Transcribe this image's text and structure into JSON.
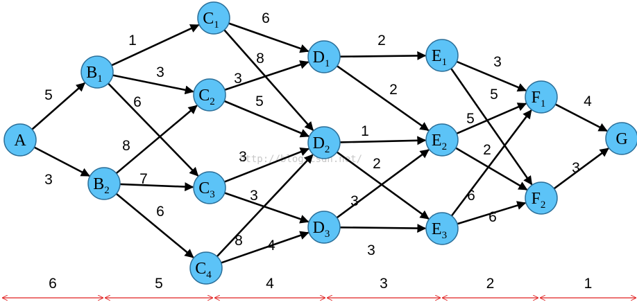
{
  "nodes": [
    {
      "id": "A",
      "base": "A",
      "sub": ""
    },
    {
      "id": "B1",
      "base": "B",
      "sub": "1"
    },
    {
      "id": "B2",
      "base": "B",
      "sub": "2"
    },
    {
      "id": "C1",
      "base": "C",
      "sub": "1"
    },
    {
      "id": "C2",
      "base": "C",
      "sub": "2"
    },
    {
      "id": "C3",
      "base": "C",
      "sub": "3"
    },
    {
      "id": "C4",
      "base": "C",
      "sub": "4"
    },
    {
      "id": "D1",
      "base": "D",
      "sub": "1"
    },
    {
      "id": "D2",
      "base": "D",
      "sub": "2"
    },
    {
      "id": "D3",
      "base": "D",
      "sub": "3"
    },
    {
      "id": "E1",
      "base": "E",
      "sub": "1"
    },
    {
      "id": "E2",
      "base": "E",
      "sub": "2"
    },
    {
      "id": "E3",
      "base": "E",
      "sub": "3"
    },
    {
      "id": "F1",
      "base": "F",
      "sub": "1"
    },
    {
      "id": "F2",
      "base": "F",
      "sub": "2"
    },
    {
      "id": "G",
      "base": "G",
      "sub": ""
    }
  ],
  "edges": [
    {
      "from": "A",
      "to": "B1",
      "weight": "5"
    },
    {
      "from": "A",
      "to": "B2",
      "weight": "3"
    },
    {
      "from": "B1",
      "to": "C1",
      "weight": "1"
    },
    {
      "from": "B1",
      "to": "C2",
      "weight": "3"
    },
    {
      "from": "B1",
      "to": "C3",
      "weight": "6"
    },
    {
      "from": "B2",
      "to": "C2",
      "weight": "8"
    },
    {
      "from": "B2",
      "to": "C3",
      "weight": "7"
    },
    {
      "from": "B2",
      "to": "C4",
      "weight": "6"
    },
    {
      "from": "C1",
      "to": "D1",
      "weight": "6"
    },
    {
      "from": "C1",
      "to": "D2",
      "weight": "8"
    },
    {
      "from": "C2",
      "to": "D1",
      "weight": "3"
    },
    {
      "from": "C2",
      "to": "D2",
      "weight": "5"
    },
    {
      "from": "C3",
      "to": "D2",
      "weight": "3"
    },
    {
      "from": "C3",
      "to": "D3",
      "weight": "3"
    },
    {
      "from": "C4",
      "to": "D2",
      "weight": "8"
    },
    {
      "from": "C4",
      "to": "D3",
      "weight": "4"
    },
    {
      "from": "D1",
      "to": "E1",
      "weight": "2"
    },
    {
      "from": "D1",
      "to": "E2",
      "weight": "2"
    },
    {
      "from": "D2",
      "to": "E2",
      "weight": "1"
    },
    {
      "from": "D2",
      "to": "E3",
      "weight": "2"
    },
    {
      "from": "D3",
      "to": "E2",
      "weight": "3"
    },
    {
      "from": "D3",
      "to": "E3",
      "weight": "3"
    },
    {
      "from": "E1",
      "to": "F1",
      "weight": "3"
    },
    {
      "from": "E1",
      "to": "F2",
      "weight": "5"
    },
    {
      "from": "E2",
      "to": "F1",
      "weight": "5"
    },
    {
      "from": "E2",
      "to": "F2",
      "weight": "2"
    },
    {
      "from": "E3",
      "to": "F1",
      "weight": "6"
    },
    {
      "from": "E3",
      "to": "F2",
      "weight": "6"
    },
    {
      "from": "F1",
      "to": "G",
      "weight": "4"
    },
    {
      "from": "F2",
      "to": "G",
      "weight": "3"
    }
  ],
  "stages": [
    "6",
    "5",
    "4",
    "3",
    "2",
    "1"
  ],
  "watermark": "http://blog.csdn.net/",
  "colors": {
    "node_fill": "#5cc3f7",
    "node_stroke": "#2b6f99",
    "edge": "#000000",
    "stage_line": "#e02020"
  }
}
